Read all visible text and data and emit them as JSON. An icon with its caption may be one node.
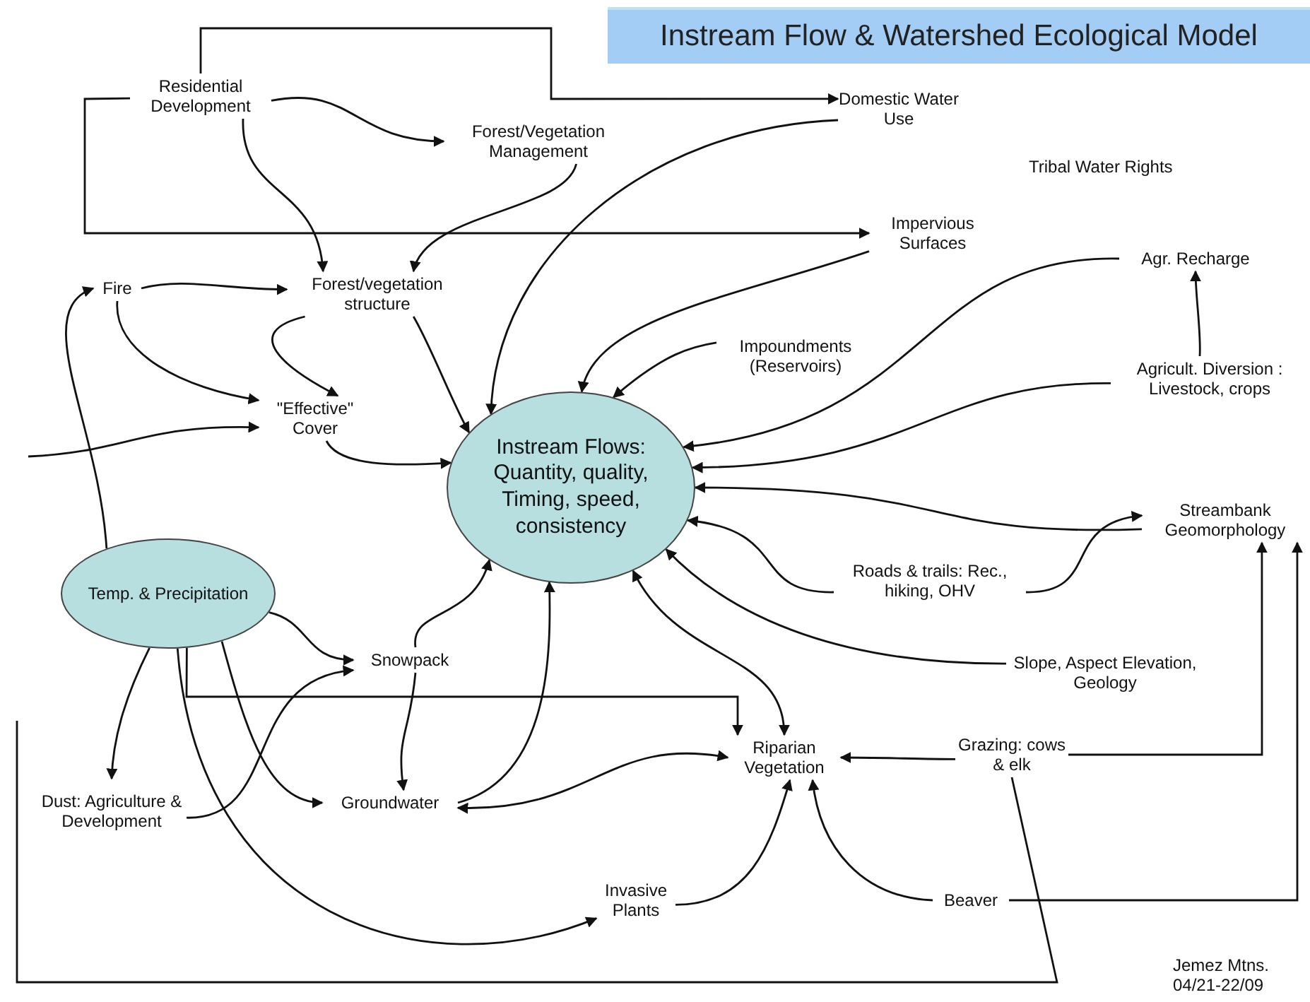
{
  "diagram": {
    "title": "Instream Flow & Watershed Ecological Model",
    "nodes": [
      {
        "text": [
          "Residential Development"
        ]
      },
      {
        "text": [
          "Forest/Vegetation Management"
        ]
      },
      {
        "text": [
          "Domestic Water Use"
        ]
      },
      {
        "text": [
          "Fire"
        ]
      },
      {
        "text": [
          "Forest/vegetation structure"
        ]
      },
      {
        "text": [
          "Impervious Surfaces"
        ]
      },
      {
        "text": [
          "Agr. Recharge"
        ]
      },
      {
        "text": [
          "Impoundments (Reservoirs)"
        ]
      },
      {
        "text": [
          "\"Effective\" Cover"
        ]
      },
      {
        "text": [
          "Agricult. Diversion : Livestock, crops"
        ]
      },
      {
        "text": [
          "Instream Flows: Quantity, quality, Timing, speed, consistency"
        ]
      },
      {
        "text": [
          "Streambank Geomorphology"
        ]
      },
      {
        "text": [
          "Temp. & Precipitation"
        ]
      },
      {
        "text": [
          "Roads & trails: Rec., hiking, OHV"
        ]
      },
      {
        "text": [
          "Snowpack"
        ]
      },
      {
        "text": [
          "Slope, Aspect Elevation, Geology"
        ]
      },
      {
        "text": [
          "Dust: Agriculture & Development"
        ]
      },
      {
        "text": [
          "Groundwater"
        ]
      },
      {
        "text": [
          "Riparian Vegetation"
        ]
      },
      {
        "text": [
          "Grazing: cows & elk"
        ]
      },
      {
        "text": [
          "Invasive Plants"
        ]
      },
      {
        "text": [
          "Beaver"
        ]
      }
    ],
    "edges": [
      {
        "from": 0,
        "to": 1,
        "arrow": "to"
      },
      {
        "from": 0,
        "to": 4,
        "arrow": "to"
      },
      {
        "from": 0,
        "to": 2,
        "arrow": "to"
      },
      {
        "from": 0,
        "to": 5,
        "arrow": "to"
      },
      {
        "from": 1,
        "to": 4,
        "arrow": "to"
      },
      {
        "from": 2,
        "to": 10,
        "arrow": "to"
      },
      {
        "from": 3,
        "to": 4,
        "arrow": "to"
      },
      {
        "from": 3,
        "to": 8,
        "arrow": "to"
      },
      {
        "from": 4,
        "to": 8,
        "arrow": "to"
      },
      {
        "from": 4,
        "to": 10,
        "arrow": "to"
      },
      {
        "from": 5,
        "to": 10,
        "arrow": "to"
      },
      {
        "from": 6,
        "to": 10,
        "arrow": "to"
      },
      {
        "from": 9,
        "to": 6,
        "arrow": "to"
      },
      {
        "from": 9,
        "to": 10,
        "arrow": "to"
      },
      {
        "from": 7,
        "to": 10,
        "arrow": "to"
      },
      {
        "from": null,
        "to": 8,
        "arrow": "to"
      },
      {
        "from": 8,
        "to": 10,
        "arrow": "to"
      },
      {
        "from": 12,
        "to": 3,
        "arrow": "to"
      },
      {
        "from": 11,
        "to": 10,
        "arrow": "to"
      },
      {
        "from": 13,
        "to": 10,
        "arrow": "to"
      },
      {
        "from": 13,
        "to": 11,
        "arrow": "to"
      },
      {
        "from": 15,
        "to": 10,
        "arrow": "to"
      },
      {
        "from": 12,
        "to": 14,
        "arrow": "to"
      },
      {
        "from": 12,
        "to": 16,
        "arrow": "to"
      },
      {
        "from": 12,
        "to": 17,
        "arrow": "to"
      },
      {
        "from": 12,
        "to": 20,
        "arrow": "to"
      },
      {
        "from": 12,
        "to": 18,
        "arrow": "to"
      },
      {
        "from": 16,
        "to": 14,
        "arrow": "to"
      },
      {
        "from": 14,
        "to": 10,
        "arrow": "to"
      },
      {
        "from": 14,
        "to": 17,
        "arrow": "to"
      },
      {
        "from": 17,
        "to": 10,
        "arrow": "to"
      },
      {
        "from": 18,
        "to": 17,
        "arrow": "both"
      },
      {
        "from": 10,
        "to": 18,
        "arrow": "both"
      },
      {
        "from": 19,
        "to": 18,
        "arrow": "to"
      },
      {
        "from": 19,
        "to": 11,
        "arrow": "to"
      },
      {
        "from": 19,
        "to": null,
        "arrow": "none"
      },
      {
        "from": 20,
        "to": 18,
        "arrow": "to"
      },
      {
        "from": 21,
        "to": 18,
        "arrow": "to"
      },
      {
        "from": 21,
        "to": 11,
        "arrow": "to"
      }
    ],
    "labels": [
      "Tribal Water Rights",
      "Jemez Mtns. 04/21-22/09"
    ]
  }
}
